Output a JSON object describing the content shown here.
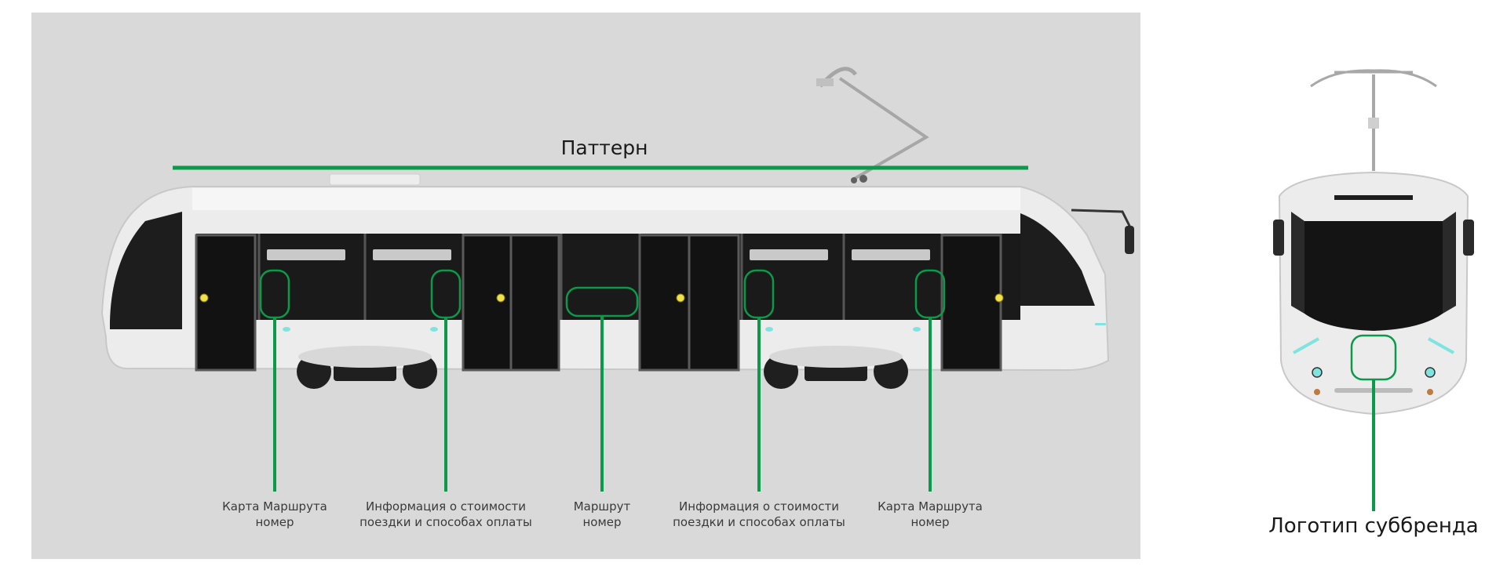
{
  "colors": {
    "accent": "#0a9a4a",
    "panel_bg": "#d9d9d9",
    "tram_body": "#ececec",
    "tram_dark": "#1a1a1a"
  },
  "side_view": {
    "pattern_label": "Паттерн",
    "callouts": [
      {
        "text": "Карта Маршрута\nномер"
      },
      {
        "text": "Информация о стоимости\nпоездки и способах оплаты"
      },
      {
        "text": "Маршрут\nномер"
      },
      {
        "text": "Информация о стоимости\nпоездки и способах оплаты"
      },
      {
        "text": "Карта Маршрута\nномер"
      }
    ]
  },
  "front_view": {
    "logo_label": "Логотип суббренда"
  }
}
